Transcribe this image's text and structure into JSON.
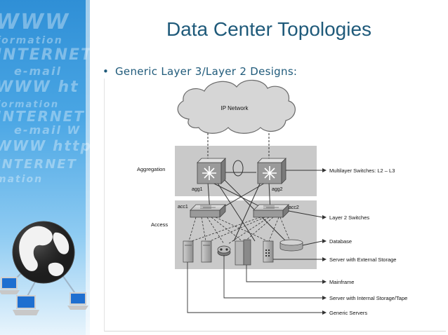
{
  "slide": {
    "title": "Data Center Topologies",
    "bullet": "Generic Layer 3/Layer 2 Designs:"
  },
  "side_panel": {
    "watermark_lines": [
      "WWW",
      "formation",
      "INTERNET",
      "e-mail",
      "WWW ht",
      "formation",
      "INTERNET",
      "e-mail W",
      "WWW http",
      "INTERNET",
      "mation"
    ],
    "art": [
      "globe-icon",
      "laptop-icon",
      "laptop-icon",
      "laptop-icon"
    ]
  },
  "diagram": {
    "cloud_label": "IP Network",
    "layers": {
      "aggregation": "Aggregation",
      "access": "Access"
    },
    "nodes": {
      "agg1": "agg1",
      "agg2": "agg2",
      "acc1": "acc1",
      "acc2": "acc2"
    },
    "legend": [
      "Multilayer Switches: L2 – L3",
      "Layer 2 Switches",
      "Database",
      "Server with External Storage",
      "Mainframe",
      "Server with Internal Storage/Tape",
      "Generic Servers"
    ]
  }
}
